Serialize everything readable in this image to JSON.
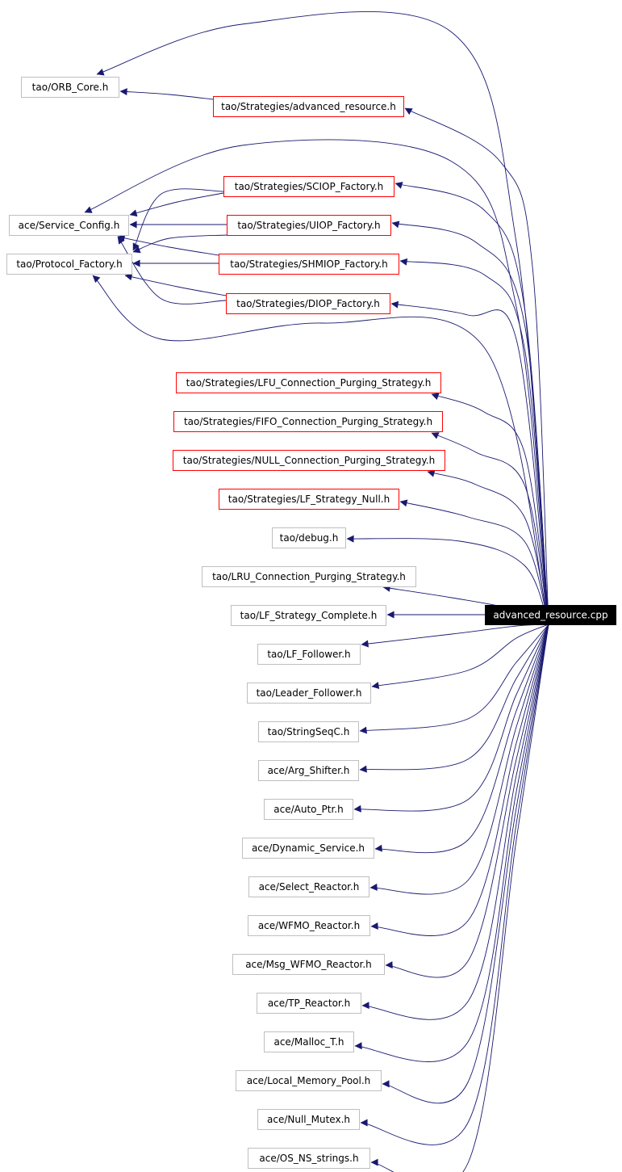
{
  "root": {
    "label": "advanced_resource.cpp"
  },
  "nodes": [
    {
      "label": "tao/ORB_Core.h",
      "type": "plain"
    },
    {
      "label": "tao/Strategies/advanced_resource.h",
      "type": "red"
    },
    {
      "label": "tao/Strategies/SCIOP_Factory.h",
      "type": "red"
    },
    {
      "label": "ace/Service_Config.h",
      "type": "plain"
    },
    {
      "label": "tao/Strategies/UIOP_Factory.h",
      "type": "red"
    },
    {
      "label": "tao/Protocol_Factory.h",
      "type": "plain"
    },
    {
      "label": "tao/Strategies/SHMIOP_Factory.h",
      "type": "red"
    },
    {
      "label": "tao/Strategies/DIOP_Factory.h",
      "type": "red"
    },
    {
      "label": "tao/Strategies/LFU_Connection_Purging_Strategy.h",
      "type": "red"
    },
    {
      "label": "tao/Strategies/FIFO_Connection_Purging_Strategy.h",
      "type": "red"
    },
    {
      "label": "tao/Strategies/NULL_Connection_Purging_Strategy.h",
      "type": "red"
    },
    {
      "label": "tao/Strategies/LF_Strategy_Null.h",
      "type": "red"
    },
    {
      "label": "tao/debug.h",
      "type": "plain"
    },
    {
      "label": "tao/LRU_Connection_Purging_Strategy.h",
      "type": "plain"
    },
    {
      "label": "tao/LF_Strategy_Complete.h",
      "type": "plain"
    },
    {
      "label": "tao/LF_Follower.h",
      "type": "plain"
    },
    {
      "label": "tao/Leader_Follower.h",
      "type": "plain"
    },
    {
      "label": "tao/StringSeqC.h",
      "type": "plain"
    },
    {
      "label": "ace/Arg_Shifter.h",
      "type": "plain"
    },
    {
      "label": "ace/Auto_Ptr.h",
      "type": "plain"
    },
    {
      "label": "ace/Dynamic_Service.h",
      "type": "plain"
    },
    {
      "label": "ace/Select_Reactor.h",
      "type": "plain"
    },
    {
      "label": "ace/WFMO_Reactor.h",
      "type": "plain"
    },
    {
      "label": "ace/Msg_WFMO_Reactor.h",
      "type": "plain"
    },
    {
      "label": "ace/TP_Reactor.h",
      "type": "plain"
    },
    {
      "label": "ace/Malloc_T.h",
      "type": "plain"
    },
    {
      "label": "ace/Local_Memory_Pool.h",
      "type": "plain"
    },
    {
      "label": "ace/Null_Mutex.h",
      "type": "plain"
    },
    {
      "label": "ace/OS_NS_strings.h",
      "type": "plain"
    }
  ],
  "edges": [
    {
      "from": "advanced_resource.cpp",
      "to": "tao/ORB_Core.h"
    },
    {
      "from": "advanced_resource.cpp",
      "to": "tao/Strategies/advanced_resource.h"
    },
    {
      "from": "tao/Strategies/advanced_resource.h",
      "to": "tao/ORB_Core.h"
    },
    {
      "from": "advanced_resource.cpp",
      "to": "ace/Service_Config.h"
    },
    {
      "from": "advanced_resource.cpp",
      "to": "tao/Strategies/SCIOP_Factory.h"
    },
    {
      "from": "tao/Strategies/SCIOP_Factory.h",
      "to": "ace/Service_Config.h"
    },
    {
      "from": "tao/Strategies/SCIOP_Factory.h",
      "to": "tao/Protocol_Factory.h"
    },
    {
      "from": "advanced_resource.cpp",
      "to": "tao/Strategies/UIOP_Factory.h"
    },
    {
      "from": "tao/Strategies/UIOP_Factory.h",
      "to": "ace/Service_Config.h"
    },
    {
      "from": "tao/Strategies/UIOP_Factory.h",
      "to": "tao/Protocol_Factory.h"
    },
    {
      "from": "advanced_resource.cpp",
      "to": "tao/Strategies/SHMIOP_Factory.h"
    },
    {
      "from": "tao/Strategies/SHMIOP_Factory.h",
      "to": "ace/Service_Config.h"
    },
    {
      "from": "tao/Strategies/SHMIOP_Factory.h",
      "to": "tao/Protocol_Factory.h"
    },
    {
      "from": "advanced_resource.cpp",
      "to": "tao/Strategies/DIOP_Factory.h"
    },
    {
      "from": "tao/Strategies/DIOP_Factory.h",
      "to": "ace/Service_Config.h"
    },
    {
      "from": "tao/Strategies/DIOP_Factory.h",
      "to": "tao/Protocol_Factory.h"
    },
    {
      "from": "advanced_resource.cpp",
      "to": "tao/Protocol_Factory.h"
    },
    {
      "from": "advanced_resource.cpp",
      "to": "tao/Strategies/LFU_Connection_Purging_Strategy.h"
    },
    {
      "from": "advanced_resource.cpp",
      "to": "tao/Strategies/FIFO_Connection_Purging_Strategy.h"
    },
    {
      "from": "advanced_resource.cpp",
      "to": "tao/Strategies/NULL_Connection_Purging_Strategy.h"
    },
    {
      "from": "advanced_resource.cpp",
      "to": "tao/Strategies/LF_Strategy_Null.h"
    },
    {
      "from": "advanced_resource.cpp",
      "to": "tao/debug.h"
    },
    {
      "from": "advanced_resource.cpp",
      "to": "tao/LRU_Connection_Purging_Strategy.h"
    },
    {
      "from": "advanced_resource.cpp",
      "to": "tao/LF_Strategy_Complete.h"
    },
    {
      "from": "advanced_resource.cpp",
      "to": "tao/LF_Follower.h"
    },
    {
      "from": "advanced_resource.cpp",
      "to": "tao/Leader_Follower.h"
    },
    {
      "from": "advanced_resource.cpp",
      "to": "tao/StringSeqC.h"
    },
    {
      "from": "advanced_resource.cpp",
      "to": "ace/Arg_Shifter.h"
    },
    {
      "from": "advanced_resource.cpp",
      "to": "ace/Auto_Ptr.h"
    },
    {
      "from": "advanced_resource.cpp",
      "to": "ace/Dynamic_Service.h"
    },
    {
      "from": "advanced_resource.cpp",
      "to": "ace/Select_Reactor.h"
    },
    {
      "from": "advanced_resource.cpp",
      "to": "ace/WFMO_Reactor.h"
    },
    {
      "from": "advanced_resource.cpp",
      "to": "ace/Msg_WFMO_Reactor.h"
    },
    {
      "from": "advanced_resource.cpp",
      "to": "ace/TP_Reactor.h"
    },
    {
      "from": "advanced_resource.cpp",
      "to": "ace/Malloc_T.h"
    },
    {
      "from": "advanced_resource.cpp",
      "to": "ace/Local_Memory_Pool.h"
    },
    {
      "from": "advanced_resource.cpp",
      "to": "ace/Null_Mutex.h"
    },
    {
      "from": "advanced_resource.cpp",
      "to": "ace/OS_NS_strings.h"
    }
  ],
  "colors": {
    "edge": "#191970",
    "node_border": "#bfbfbf",
    "node_border_red": "#ff0000",
    "root_fill": "#000000",
    "root_text": "#ffffff",
    "text": "#000000"
  }
}
